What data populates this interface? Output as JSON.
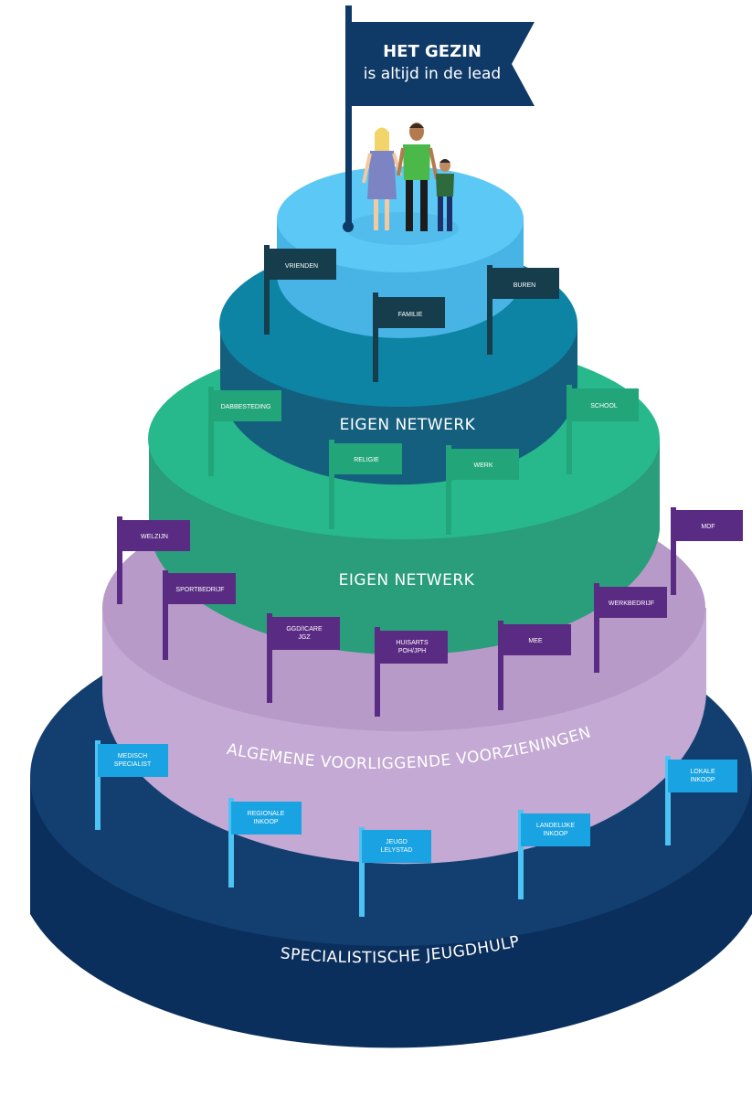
{
  "header_flag": {
    "title": "HET GEZIN",
    "subtitle": "is altijd in de lead",
    "color": "#0f3a68"
  },
  "layers": {
    "specialistische": {
      "label": "SPECIALISTISCHE JEUGDHULP",
      "top_color": "#123f70",
      "side_color": "#0b2f5c",
      "flag_color": "#1aa3e2",
      "flags": [
        {
          "label": "MEDISCH\nSPECIALIST"
        },
        {
          "label": "REGIONALE\nINKOOP"
        },
        {
          "label": "JEUGD\nLELYSTAD"
        },
        {
          "label": "LANDELIJKE\nINKOOP"
        },
        {
          "label": "LOKALE\nINKOOP"
        }
      ]
    },
    "algemene": {
      "label": "ALGEMENE VOORLIGGENDE VOORZIENINGEN",
      "top_color": "#b89ac9",
      "side_color": "#c3a9d3",
      "flag_color": "#5a2b82",
      "flags": [
        {
          "label": "WELZIJN"
        },
        {
          "label": "SPORTBEDRIJF"
        },
        {
          "label": "GGD/ICARE\nJGZ"
        },
        {
          "label": "HUISARTS\nPOH/JPH"
        },
        {
          "label": "MEE"
        },
        {
          "label": "WERKBEDRIJF"
        },
        {
          "label": "MDF"
        }
      ]
    },
    "eigen_netwerk_green": {
      "label": "EIGEN NETWERK",
      "top_color": "#27b98c",
      "side_color": "#2a9d7b",
      "flag_color": "#23a57a",
      "flags": [
        {
          "label": "DABBESTEDING"
        },
        {
          "label": "RELIGIE"
        },
        {
          "label": "WERK"
        },
        {
          "label": "SCHOOL"
        }
      ]
    },
    "eigen_netwerk_teal": {
      "label": "EIGEN NETWERK",
      "top_color": "#0d84a4",
      "side_color": "#155f7e",
      "flag_color": "#153d4c",
      "flags": [
        {
          "label": "VRIENDEN"
        },
        {
          "label": "FAMILIE"
        },
        {
          "label": "BUREN"
        }
      ]
    },
    "top": {
      "top_color": "#5bc8f5",
      "side_color": "#48b4e6"
    }
  },
  "figures": {
    "adult_female": "person-icon",
    "adult_male": "person-icon",
    "child": "person-icon"
  }
}
